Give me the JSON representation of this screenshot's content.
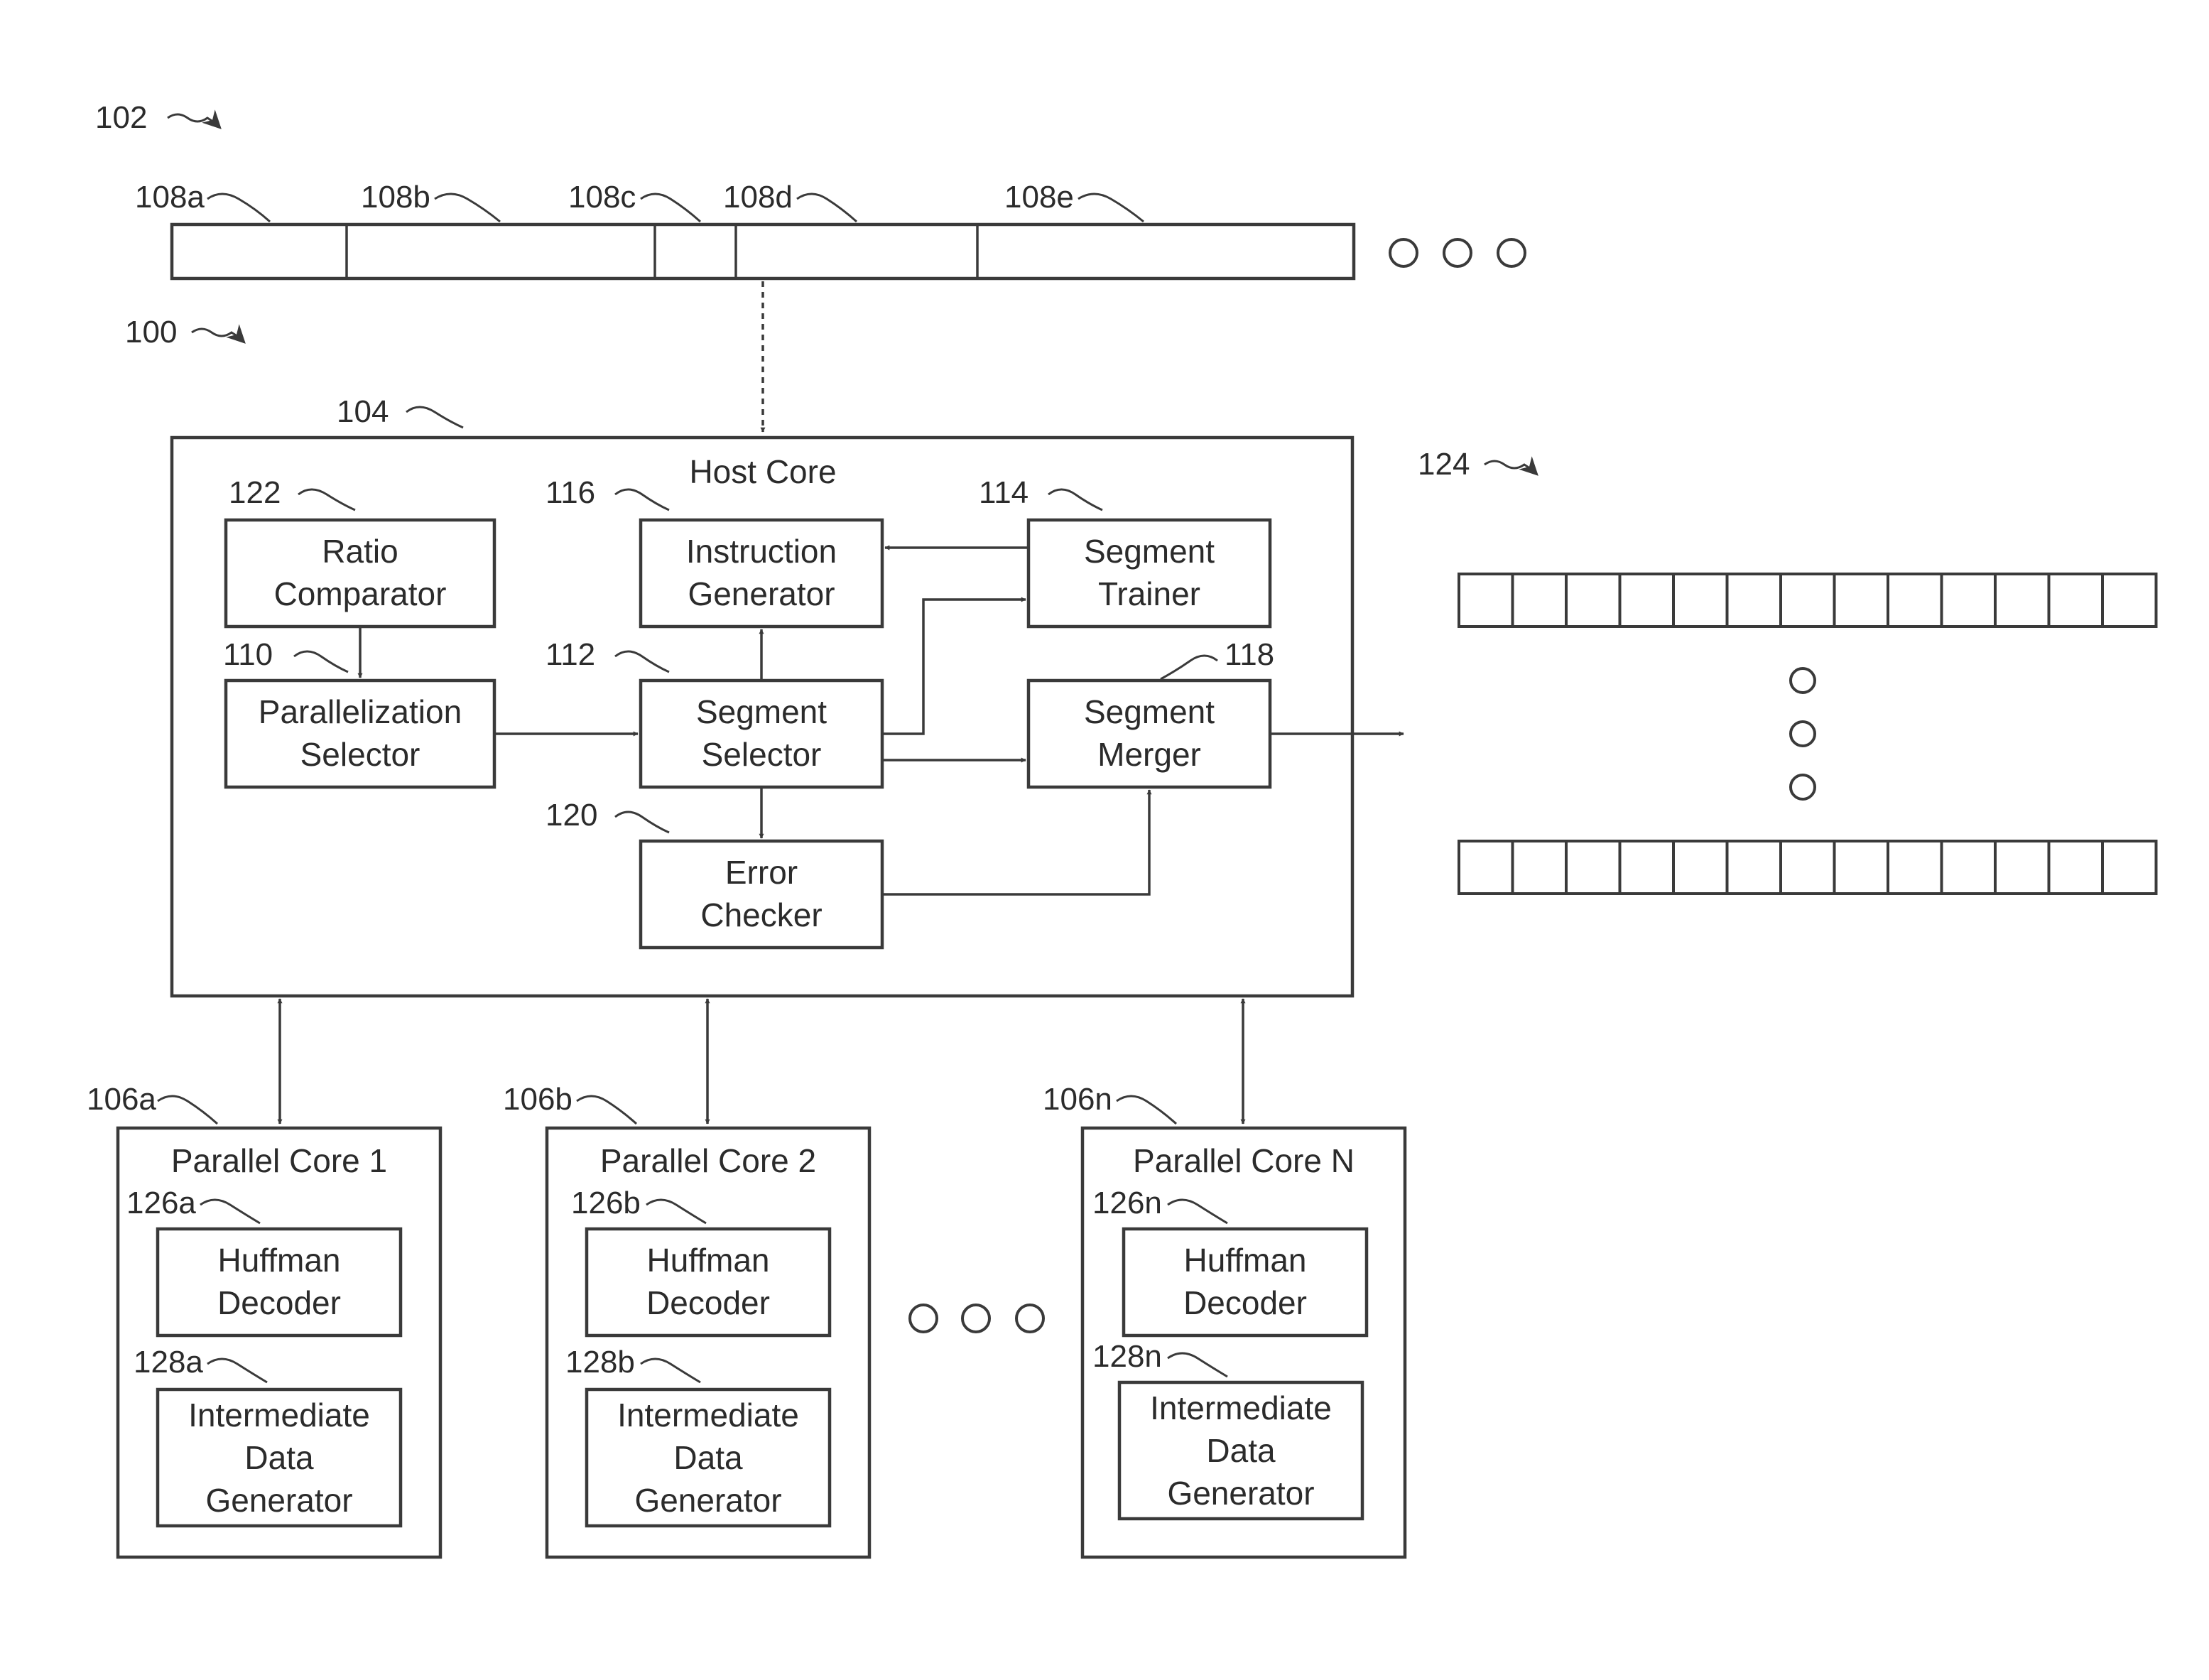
{
  "refs": {
    "r102": "102",
    "r100": "100",
    "r104": "104",
    "r124": "124",
    "r108a": "108a",
    "r108b": "108b",
    "r108c": "108c",
    "r108d": "108d",
    "r108e": "108e",
    "r122": "122",
    "r116": "116",
    "r114": "114",
    "r110": "110",
    "r112": "112",
    "r118": "118",
    "r120": "120",
    "r106a": "106a",
    "r106b": "106b",
    "r106n": "106n",
    "r126a": "126a",
    "r126b": "126b",
    "r126n": "126n",
    "r128a": "128a",
    "r128b": "128b",
    "r128n": "128n"
  },
  "host_core": {
    "title": "Host Core",
    "ratio_comparator": [
      "Ratio",
      "Comparator"
    ],
    "parallelization_selector": [
      "Parallelization",
      "Selector"
    ],
    "instruction_generator": [
      "Instruction",
      "Generator"
    ],
    "segment_selector": [
      "Segment",
      "Selector"
    ],
    "error_checker": [
      "Error",
      "Checker"
    ],
    "segment_trainer": [
      "Segment",
      "Trainer"
    ],
    "segment_merger": [
      "Segment",
      "Merger"
    ]
  },
  "parallel_cores": [
    {
      "title": "Parallel Core 1",
      "huffman": [
        "Huffman",
        "Decoder"
      ],
      "intermediate": [
        "Intermediate",
        "Data",
        "Generator"
      ]
    },
    {
      "title": "Parallel Core 2",
      "huffman": [
        "Huffman",
        "Decoder"
      ],
      "intermediate": [
        "Intermediate",
        "Data",
        "Generator"
      ]
    },
    {
      "title": "Parallel Core N",
      "huffman": [
        "Huffman",
        "Decoder"
      ],
      "intermediate": [
        "Intermediate",
        "Data",
        "Generator"
      ]
    }
  ]
}
